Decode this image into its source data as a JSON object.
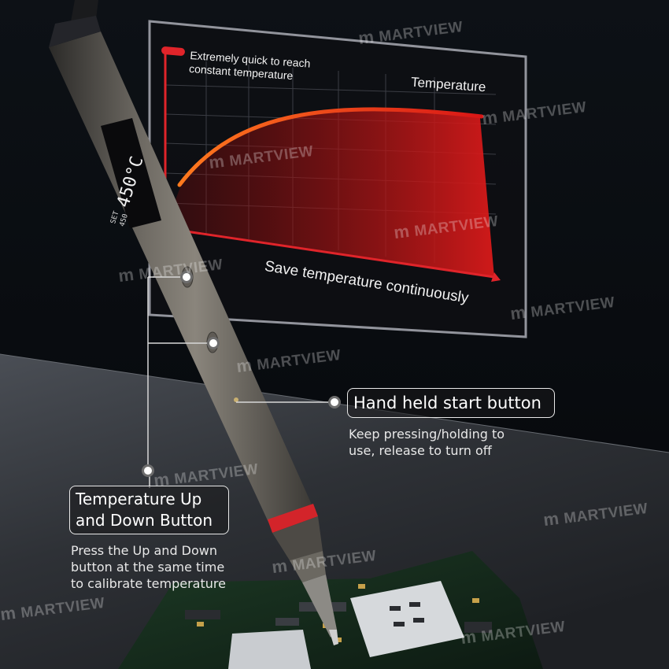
{
  "panel": {
    "legend_text_line1": "Extremely quick to reach",
    "legend_text_line2": "constant temperature",
    "y_label": "Temperature",
    "x_label": "Save temperature continuously",
    "curve_color": "#ff5a1e",
    "fill_color": "#c81414"
  },
  "iron": {
    "display_set": "SET",
    "display_set_value": "450",
    "display_temp": "450°C"
  },
  "callouts": {
    "start_button": {
      "title": "Hand held start button",
      "desc_line1": "Keep pressing/holding to",
      "desc_line2": "use, release to turn off"
    },
    "temp_button": {
      "title_line1": "Temperature Up",
      "title_line2": "and Down Button",
      "desc_line1": "Press the Up and Down",
      "desc_line2": "button at the same time",
      "desc_line3": "to calibrate temperature"
    }
  },
  "watermark": {
    "text": "MARTVIEW",
    "glyph": "m"
  },
  "colors": {
    "accent_red": "#e0242a",
    "background": "#06080b"
  }
}
